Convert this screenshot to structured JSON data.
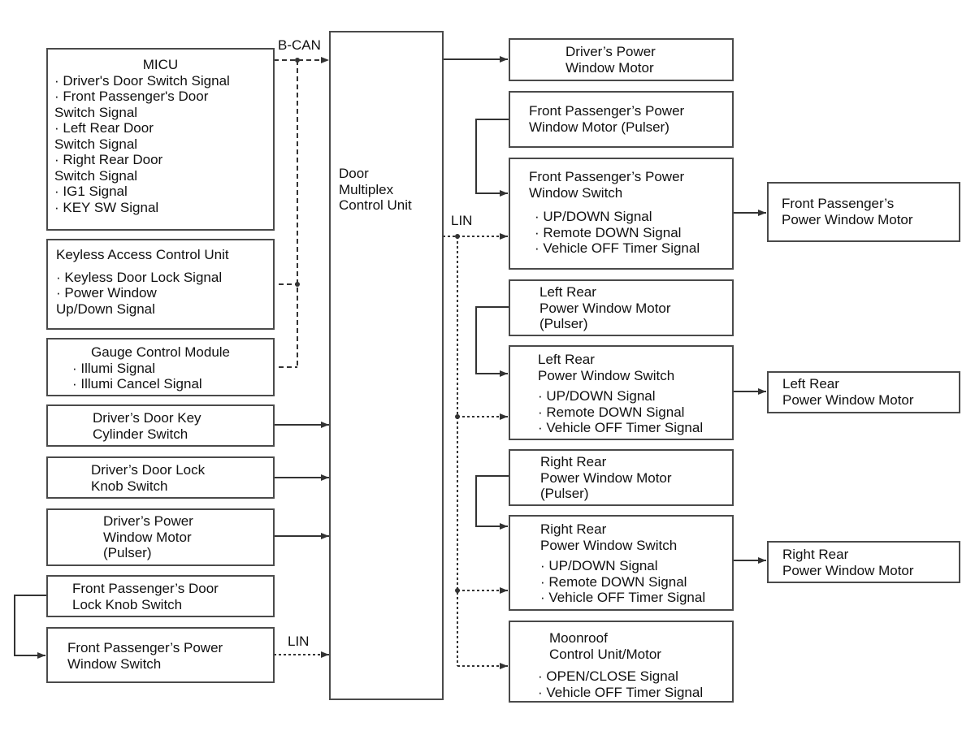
{
  "labels": {
    "bcan": "B-CAN",
    "lin_right": "LIN",
    "lin_bottom": "LIN"
  },
  "center": {
    "lines": [
      "Door",
      "Multiplex",
      "Control Unit"
    ]
  },
  "left_boxes": {
    "micu": {
      "title": "MICU",
      "lines": [
        "· Driver's Door Switch Signal",
        "· Front Passenger's Door",
        "Switch Signal",
        "· Left Rear Door",
        "Switch Signal",
        "· Right Rear Door",
        "Switch Signal",
        "· IG1 Signal",
        "· KEY SW Signal"
      ]
    },
    "keyless": {
      "title": "Keyless Access Control Unit",
      "lines": [
        "· Keyless Door Lock Signal",
        "· Power Window",
        "Up/Down Signal"
      ]
    },
    "gauge": {
      "title": "Gauge Control Module",
      "lines": [
        "· Illumi Signal",
        "· Illumi Cancel Signal"
      ]
    },
    "key_cylinder": {
      "lines": [
        "Driver’s Door Key",
        "Cylinder Switch"
      ]
    },
    "lock_knob": {
      "lines": [
        "Driver’s Door Lock",
        "Knob Switch"
      ]
    },
    "drv_motor_pulser": {
      "lines": [
        "Driver’s Power",
        "Window Motor",
        "(Pulser)"
      ]
    },
    "fp_lock_knob": {
      "lines": [
        "Front Passenger’s Door",
        "Lock Knob Switch"
      ]
    },
    "fp_switch_left": {
      "lines": [
        "Front Passenger’s Power",
        "Window Switch"
      ]
    }
  },
  "right_boxes": {
    "drv_motor": {
      "lines": [
        "Driver’s Power",
        "Window Motor"
      ]
    },
    "fp_pulser": {
      "lines": [
        "Front Passenger’s Power",
        "Window Motor (Pulser)"
      ]
    },
    "fp_switch": {
      "title_lines": [
        "Front Passenger’s Power",
        "Window Switch"
      ],
      "signals": [
        "· UP/DOWN Signal",
        "· Remote DOWN Signal",
        "· Vehicle OFF Timer Signal"
      ]
    },
    "fp_motor": {
      "lines": [
        "Front Passenger’s",
        "Power Window Motor"
      ]
    },
    "lr_pulser": {
      "lines": [
        "Left Rear",
        "Power Window Motor",
        "(Pulser)"
      ]
    },
    "lr_switch": {
      "title_lines": [
        "Left Rear",
        "Power Window Switch"
      ],
      "signals": [
        "· UP/DOWN Signal",
        "· Remote DOWN Signal",
        "· Vehicle OFF Timer Signal"
      ]
    },
    "lr_motor": {
      "lines": [
        "Left Rear",
        "Power Window Motor"
      ]
    },
    "rr_pulser": {
      "lines": [
        "Right Rear",
        "Power Window Motor",
        "(Pulser)"
      ]
    },
    "rr_switch": {
      "title_lines": [
        "Right Rear",
        "Power Window Switch"
      ],
      "signals": [
        "· UP/DOWN Signal",
        "· Remote DOWN Signal",
        "· Vehicle OFF Timer Signal"
      ]
    },
    "rr_motor": {
      "lines": [
        "Right Rear",
        "Power Window Motor"
      ]
    },
    "moonroof": {
      "title_lines": [
        "Moonroof",
        "Control Unit/Motor"
      ],
      "signals": [
        "· OPEN/CLOSE Signal",
        "· Vehicle OFF Timer Signal"
      ]
    }
  },
  "colors": {
    "stroke": "#4a4a4a",
    "text": "#111111"
  }
}
